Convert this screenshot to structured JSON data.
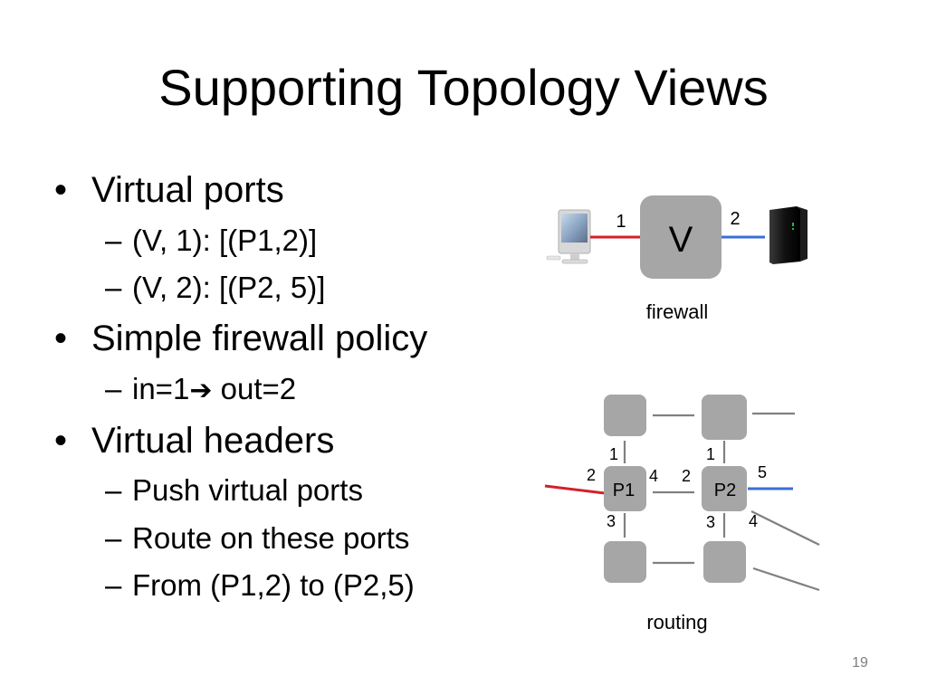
{
  "slide": {
    "title": "Supporting Topology Views",
    "page_number": "19"
  },
  "bullets": [
    {
      "text": "Virtual ports",
      "sub": [
        "(V, 1): [(P1,2)]",
        "(V, 2): [(P2, 5)]"
      ]
    },
    {
      "text": "Simple firewall policy",
      "sub_policy": {
        "before": "in=1",
        "arrow": "➔",
        "after": " out=2"
      }
    },
    {
      "text": "Virtual headers",
      "sub": [
        "Push virtual ports",
        "Route on these ports",
        "From (P1,2) to (P2,5)"
      ]
    }
  ],
  "markers": {
    "bullet": "•",
    "dash": "–"
  },
  "firewall_diagram": {
    "node_label": "V",
    "port_left": "1",
    "port_right": "2",
    "caption": "firewall",
    "left_link_color": "#d4202a",
    "right_link_color": "#3a6fd8",
    "left_device": "imac-computer-icon",
    "right_device": "server-tower-icon"
  },
  "routing_diagram": {
    "switch_left": "P1",
    "switch_right": "P2",
    "p1_port_top": "1",
    "p1_port_left": "2",
    "p1_port_right": "4",
    "p1_port_bottom": "3",
    "p2_port_top": "1",
    "p2_port_left": "2",
    "p2_port_right": "5",
    "p2_port_bottom": "3",
    "p2_port_diag": "4",
    "caption": "routing",
    "ingress_color": "#d4202a",
    "egress_color": "#3a6fd8",
    "node_color": "#a6a6a6"
  }
}
